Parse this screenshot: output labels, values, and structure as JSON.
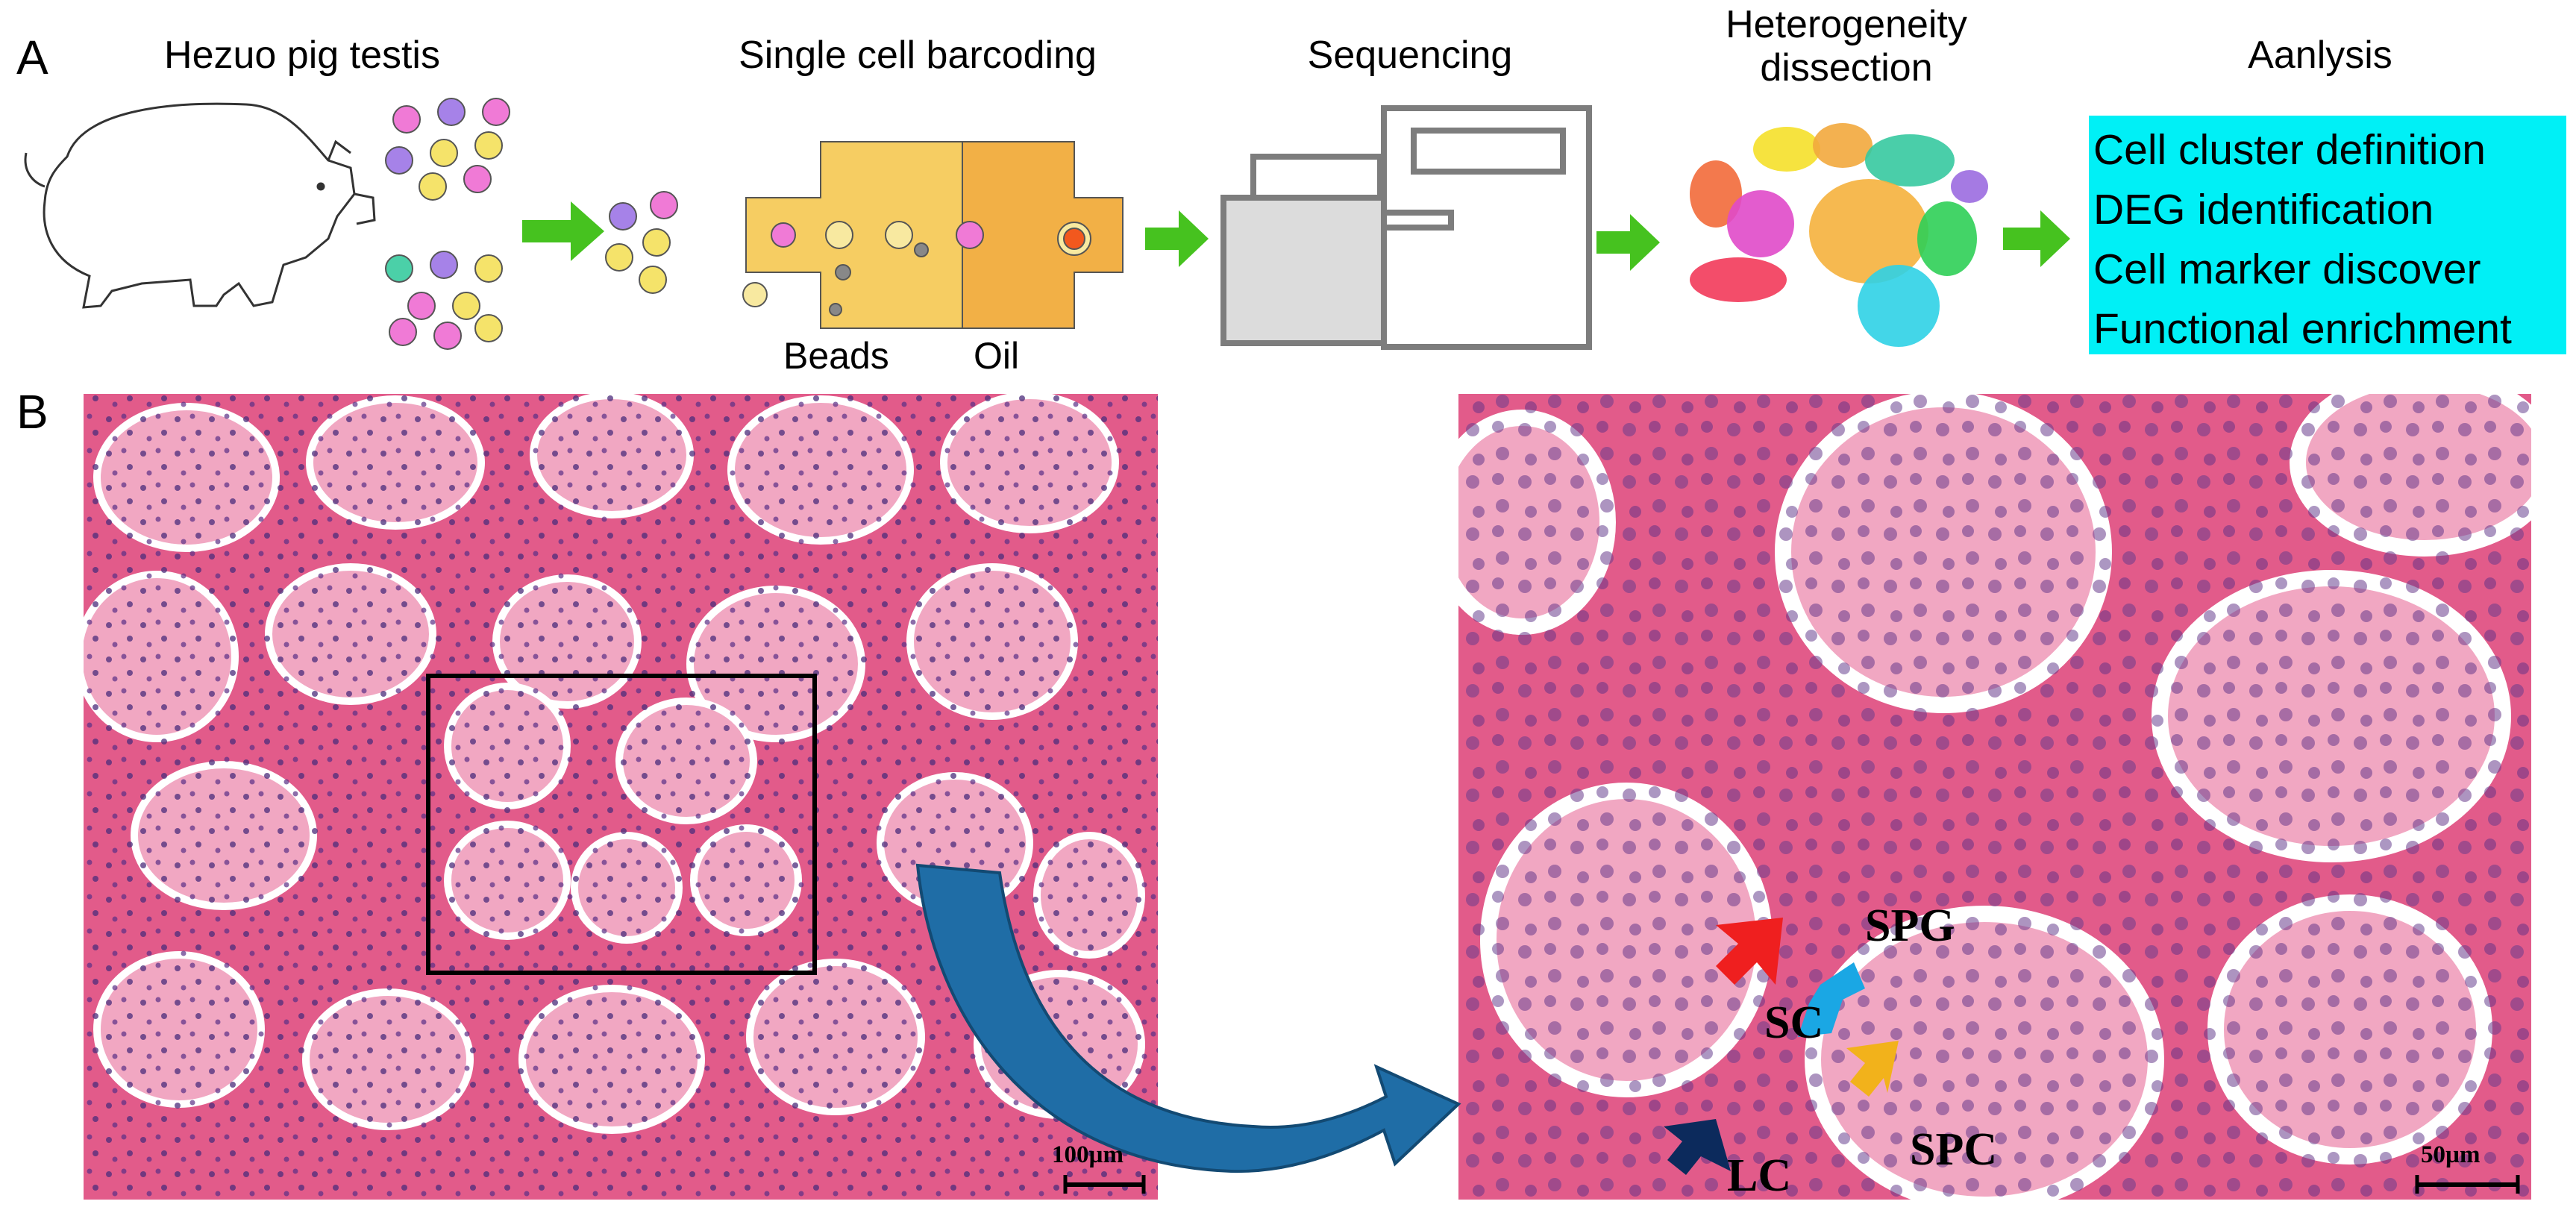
{
  "panel_a": {
    "letter": "A",
    "steps": [
      {
        "label": "Hezuo pig testis"
      },
      {
        "label": "Single cell barcoding"
      },
      {
        "label": "Sequencing"
      },
      {
        "label": "Heterogeneity\ndissection"
      },
      {
        "label": "Aanlysis"
      }
    ],
    "chip_labels": {
      "beads": "Beads",
      "oil": "Oil"
    },
    "analysis_items": [
      "Cell cluster definition",
      "DEG identification",
      "Cell marker discover",
      "Functional enrichment"
    ],
    "colors": {
      "arrow": "#46c21f",
      "analysis_box": "#00f0f6",
      "chip": "#f6cd62"
    }
  },
  "panel_b": {
    "letter": "B",
    "left_scale": "100µm",
    "right_scale": "50µm",
    "cell_labels": {
      "sc": "SC",
      "spg": "SPG",
      "spc": "SPC",
      "lc": "LC"
    },
    "colors": {
      "tissue": "#e35d8c",
      "zoom_arrow": "#1f6da6",
      "sc_arrow": "#ef1f1f",
      "spg_arrow": "#1aa7e4",
      "spc_arrow": "#f2b21b",
      "lc_arrow": "#0c2a5c"
    }
  }
}
